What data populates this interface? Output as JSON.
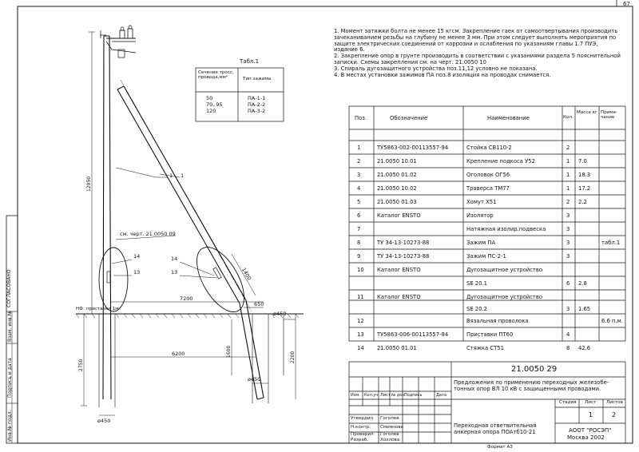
{
  "sheet_number": "67",
  "notes": [
    "1. Момент затяжки болта не менее 15 кгсм. Закрепление гаек от самоотвертывания производить зачеканиванием резьбы на глубину не менее 3 мм. При этом следует выполнять мероприятия по защите электрических соединений от коррозии и ослабления по указаниям главы 1.7 ПУЭ, издание 6.",
    "2. Закрепление опор в грунте производить в соответствии с указаниями раздела 5 пояснительной записки. Схемы закрепления см. на черт. 21.0050 10",
    "3. Спираль дугозащитного устройства поз.11,12 условно не показана.",
    "4. В местах установки зажимов ПА поз.8 изоляция на проводах снимается."
  ],
  "table1": {
    "title": "Табл.1",
    "header_col1": "Сечение тросс, провода,мм²",
    "header_col2": "Тип зажима",
    "rows": [
      {
        "section": "50",
        "clamp": "ПА-1-1"
      },
      {
        "section": "70, 95",
        "clamp": "ПА-2-2"
      },
      {
        "section": "120",
        "clamp": "ПА-3-2"
      }
    ]
  },
  "spec": {
    "headers": {
      "pos": "Поз.",
      "designation": "Обозначение",
      "name": "Наименование",
      "qty": "Кол.",
      "mass": "Масса кг",
      "note": "Приме-чание"
    },
    "rows": [
      {
        "pos": "1",
        "designation": "ТУ5863-002-00113557-94",
        "name": "Стойка СВ110-2",
        "qty": "2",
        "mass": "",
        "note": ""
      },
      {
        "pos": "2",
        "designation": "21.0050 10.01",
        "name": "Крепление подкоса У52",
        "qty": "1",
        "mass": "7.0",
        "note": ""
      },
      {
        "pos": "3",
        "designation": "21.0050 01.02",
        "name": "Оголовок ОГ56",
        "qty": "1",
        "mass": "18.3",
        "note": ""
      },
      {
        "pos": "4",
        "designation": "21.0050 10.02",
        "name": "Траверса ТМ77",
        "qty": "1",
        "mass": "17.2",
        "note": ""
      },
      {
        "pos": "5",
        "designation": "21.0050 01.03",
        "name": "Хомут Х51",
        "qty": "2",
        "mass": "2.2",
        "note": ""
      },
      {
        "pos": "6",
        "designation": "Каталог ENSTO",
        "name": "Изолятор",
        "qty": "3",
        "mass": "",
        "note": ""
      },
      {
        "pos": "7",
        "designation": "",
        "name": "Натяжная изолир.подвеска",
        "qty": "3",
        "mass": "",
        "note": ""
      },
      {
        "pos": "8",
        "designation": "ТУ 34-13-10273-88",
        "name": "Зажим ПА",
        "qty": "3",
        "mass": "",
        "note": "табл.1"
      },
      {
        "pos": "9",
        "designation": "ТУ 34-13-10273-88",
        "name": "Зажим ПС-2-1",
        "qty": "3",
        "mass": "",
        "note": ""
      },
      {
        "pos": "10",
        "designation": "Каталог ENSTO",
        "name": "Дугозащитное устройство",
        "qty": "",
        "mass": "",
        "note": ""
      },
      {
        "pos": "",
        "designation": "",
        "name": "SE 20.1",
        "qty": "6",
        "mass": "2.8",
        "note": ""
      },
      {
        "pos": "11",
        "designation": "Каталог ENSTO",
        "name": "Дугозащитное устройство",
        "qty": "",
        "mass": "",
        "note": ""
      },
      {
        "pos": "",
        "designation": "",
        "name": "SE 20.2",
        "qty": "3",
        "mass": "1.65",
        "note": ""
      },
      {
        "pos": "12",
        "designation": "",
        "name": "Вязальная проволока",
        "qty": "",
        "mass": "",
        "note": "6.6 п.м."
      },
      {
        "pos": "13",
        "designation": "ТУ5863-006-00113557-94",
        "name": "Приставки ПТ60",
        "qty": "4",
        "mass": "",
        "note": ""
      },
      {
        "pos": "14",
        "designation": "21.0050 01.01",
        "name": "Стяжка СТ51",
        "qty": "8",
        "mass": "42.6",
        "note": ""
      }
    ]
  },
  "title_block": {
    "code": "21.0050 29",
    "title": "Предложения по применению переходных железобе-тонных опор ВЛ 10 кВ с защищенными проводами.",
    "header_cells": [
      "Изм.",
      "Кол.уч",
      "Лист",
      "№ док.",
      "Подпись",
      "Дата"
    ],
    "stage_label": "Стадия",
    "sheet_label": "Лист",
    "sheets_label": "Листов",
    "sheet": "1",
    "sheets": "2",
    "roles": [
      {
        "role": "Утвердил",
        "name": "Гоголев"
      },
      {
        "role": "Н.контр.",
        "name": "Смиянова"
      },
      {
        "role": "Проверил",
        "name": "Гоголев"
      },
      {
        "role": "Разраб.",
        "name": "Хохлова"
      }
    ],
    "part_name": "Переходная ответвительная анкерная опора ПОАтб10-21",
    "org": "АООТ \"РОСЭП\"",
    "city_year": "Москва 2002",
    "format": "Формат А3"
  },
  "side_stamp": {
    "agreed": "СОГЛАСОВАНО",
    "cells": [
      "Взам. инв.№",
      "Подпись и дата",
      "Инв.№ подл."
    ]
  },
  "drawing": {
    "dim_height_total": "12950",
    "dim_below": "2750",
    "dim_base": "6200",
    "dim_top": "7200",
    "dim_mid": "1600",
    "dim_right_vert": "2200",
    "dim_650": "650",
    "dim_1400": "1400",
    "dia_450_top": "ø450",
    "dia_450_mid": "ø450",
    "dia_450_bot": "ø450",
    "ref_drawing": "см. черт. 21.0050 09",
    "ground_label": "НФ",
    "ground_depth": "приставки 1м",
    "labels": [
      "1",
      "1",
      "14",
      "13",
      "14",
      "13"
    ]
  }
}
